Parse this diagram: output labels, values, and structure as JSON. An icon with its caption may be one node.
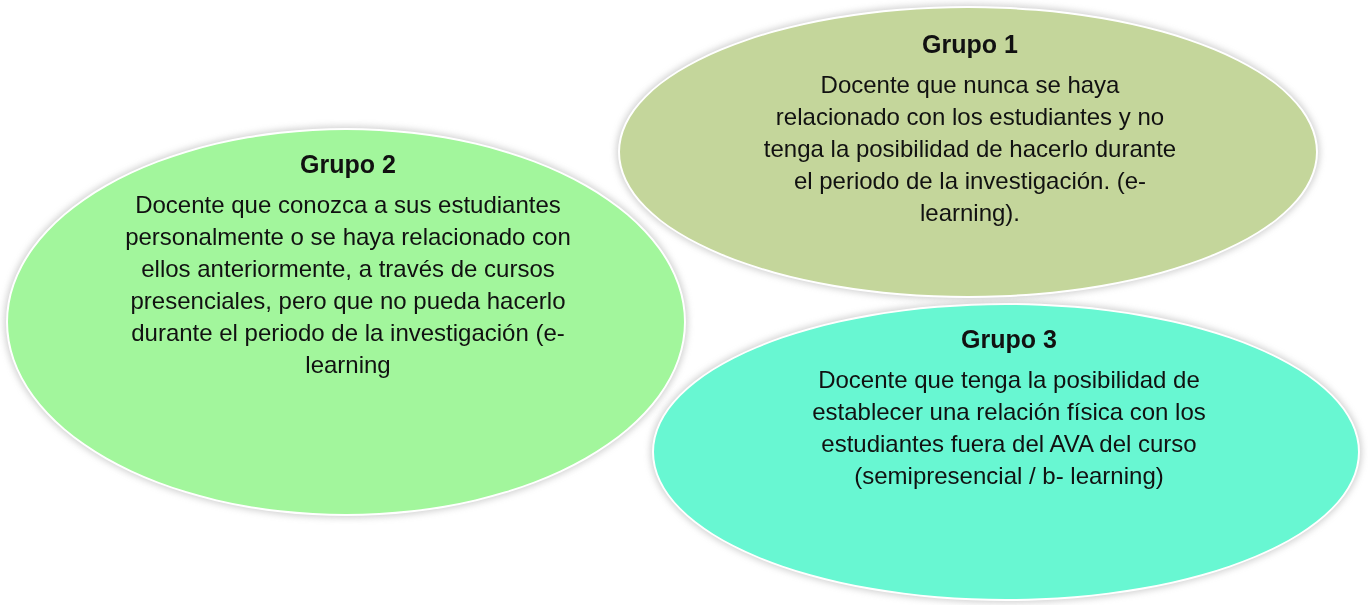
{
  "diagram": {
    "nodes": [
      {
        "text": [
          "Grupo 1",
          "Docente que nunca se haya relacionado con los estudiantes y no tenga la posibilidad de hacerlo durante el periodo de la investigación. (e-learning)."
        ]
      },
      {
        "text": [
          "Grupo 2",
          "Docente que conozca a sus estudiantes personalmente o se haya relacionado con ellos anteriormente, a través de cursos presenciales, pero que no pueda hacerlo durante el periodo de la investigación (e- learning"
        ]
      },
      {
        "text": [
          "Grupo 3",
          "Docente que tenga la posibilidad de establecer una relación física con los estudiantes fuera del AVA del curso (semipresencial / b- learning)"
        ]
      }
    ],
    "edges": []
  }
}
